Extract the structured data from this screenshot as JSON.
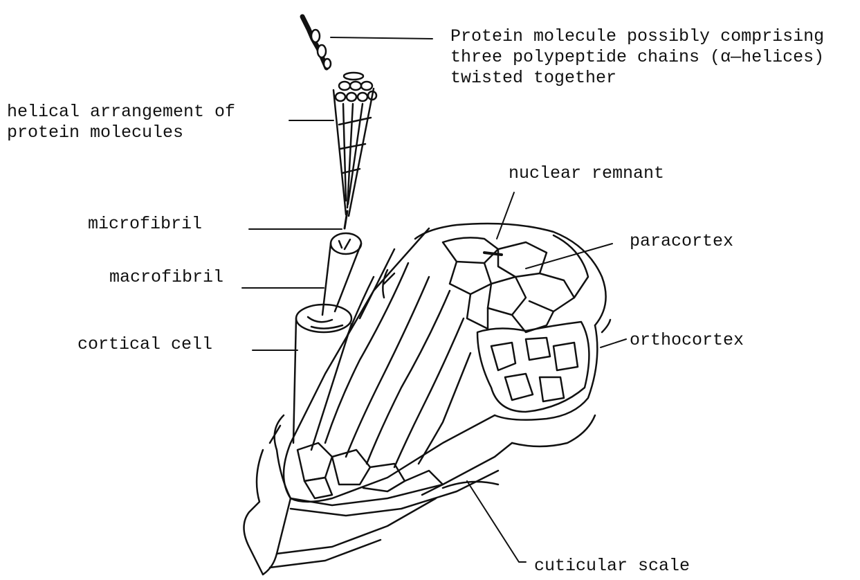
{
  "labels": {
    "protein_molecule": [
      "Protein molecule possibly comprising",
      "three polypeptide chains (α—helices)",
      "twisted together"
    ],
    "helical_arrangement": [
      "helical arrangement of",
      "protein molecules"
    ],
    "microfibril": "microfibril",
    "macrofibril": "macrofibril",
    "cortical_cell": "cortical cell",
    "nuclear_remnant": "nuclear remnant",
    "paracortex": "paracortex",
    "orthocortex": "orthocortex",
    "cuticular_scale": "cuticular scale"
  },
  "colors": {
    "ink": "#111111",
    "paper": "#ffffff"
  }
}
